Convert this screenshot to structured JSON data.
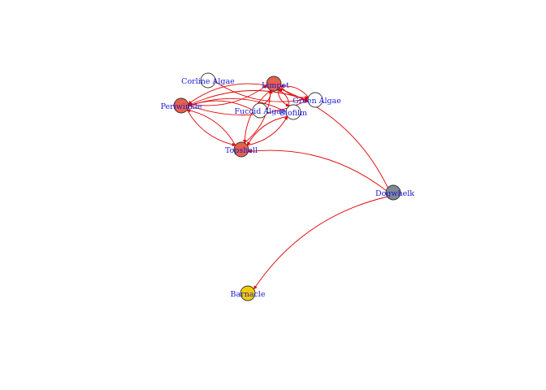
{
  "colors": {
    "edge": "#e00000",
    "label": "#1a1adb",
    "node_stroke": "#333333"
  },
  "nodes": [
    {
      "id": "coralline",
      "label": "Corline Algae",
      "fill": "#ffffff"
    },
    {
      "id": "limpet",
      "label": "Limpet",
      "fill": "#e8604a"
    },
    {
      "id": "green",
      "label": "Green Algae",
      "fill": "#ffffff"
    },
    {
      "id": "periwinkle",
      "label": "Periwinkle",
      "fill": "#e8604a"
    },
    {
      "id": "fucoid",
      "label": "Fucoid Algae",
      "fill": "#ffffff"
    },
    {
      "id": "biofilm",
      "label": "Biofilm",
      "fill": "#ffffff"
    },
    {
      "id": "topshell",
      "label": "Topshell",
      "fill": "#e8604a"
    },
    {
      "id": "dogwhelk",
      "label": "Dogwhelk",
      "fill": "#808890"
    },
    {
      "id": "barnacle",
      "label": "Barnacle",
      "fill": "#f2cc00"
    }
  ],
  "edges": [
    {
      "from": "coralline",
      "to": "green"
    },
    {
      "from": "limpet",
      "to": "periwinkle"
    },
    {
      "from": "periwinkle",
      "to": "limpet"
    },
    {
      "from": "limpet",
      "to": "green"
    },
    {
      "from": "limpet",
      "to": "biofilm"
    },
    {
      "from": "limpet",
      "to": "topshell"
    },
    {
      "from": "topshell",
      "to": "limpet"
    },
    {
      "from": "green",
      "to": "limpet"
    },
    {
      "from": "green",
      "to": "periwinkle"
    },
    {
      "from": "biofilm",
      "to": "limpet"
    },
    {
      "from": "biofilm",
      "to": "periwinkle"
    },
    {
      "from": "fucoid",
      "to": "periwinkle"
    },
    {
      "from": "fucoid",
      "to": "limpet"
    },
    {
      "from": "periwinkle",
      "to": "topshell"
    },
    {
      "from": "topshell",
      "to": "periwinkle"
    },
    {
      "from": "topshell",
      "to": "biofilm"
    },
    {
      "from": "biofilm",
      "to": "topshell"
    },
    {
      "from": "dogwhelk",
      "to": "topshell"
    },
    {
      "from": "dogwhelk",
      "to": "limpet"
    },
    {
      "from": "dogwhelk",
      "to": "barnacle"
    },
    {
      "from": "periwinkle",
      "to": "green"
    }
  ]
}
